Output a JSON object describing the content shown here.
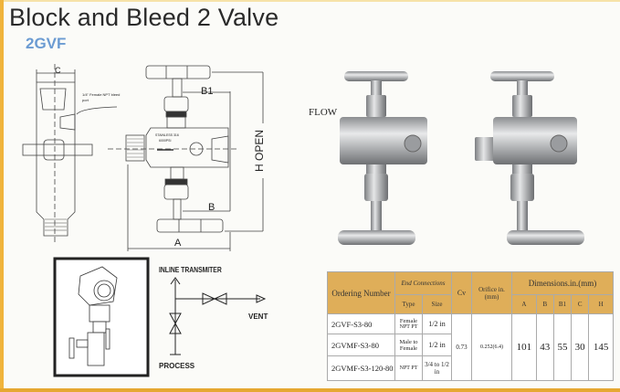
{
  "header": {
    "title": "Block and Bleed 2 Valve",
    "model": "2GVF"
  },
  "drawing": {
    "dim_c": "C",
    "dim_b1": "B1",
    "dim_b": "B",
    "dim_a": "A",
    "dim_h": "H OPEN",
    "callout": "1/4\" Female NPT bleed port",
    "body_mark_1": "STAINLESS 316",
    "body_mark_2": "6000PSI"
  },
  "photo": {
    "flow_label": "FLOW"
  },
  "schematic": {
    "inline": "INLINE TRANSMITER",
    "vent": "VENT",
    "process": "PROCESS"
  },
  "table": {
    "headers": {
      "ordering": "Ordering Number",
      "end_conn": "End Connections",
      "type": "Type",
      "size": "Size",
      "cv": "Cv",
      "orifice": "Orifice in.(mm)",
      "dimensions": "Dimensions.in.(mm)",
      "a": "A",
      "b": "B",
      "b1": "B1",
      "c": "C",
      "h": "H"
    },
    "rows": [
      {
        "ordering": "2GVF-S3-80",
        "type": "Female",
        "type_sub": "NPT PT",
        "size": "1/2 in"
      },
      {
        "ordering": "2GVMF-S3-80",
        "type": "Male to Female",
        "type_sub": "",
        "size": "1/2 in"
      },
      {
        "ordering": "2GVMF-S3-120-80",
        "type": "",
        "type_sub": "NPT PT",
        "size": "3/4 to 1/2 in"
      }
    ],
    "shared": {
      "cv": "0.73",
      "orifice": "0.252(6.4)",
      "a": "101",
      "b": "43",
      "b1": "55",
      "c": "30",
      "h": "145"
    }
  },
  "colors": {
    "accent": "#f0b43c",
    "header_fill": "#dfae59",
    "model_blue": "#6b9bd2"
  }
}
